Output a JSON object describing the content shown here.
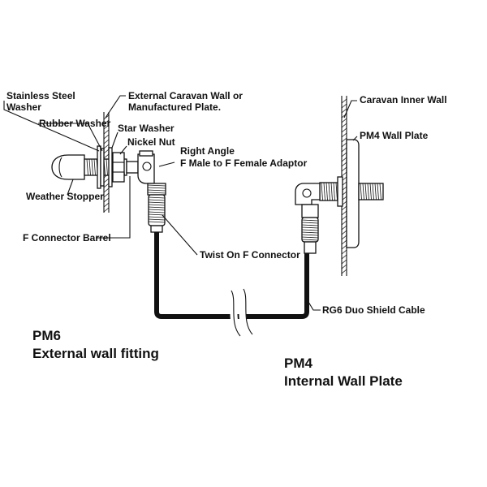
{
  "diagram": {
    "left_title": {
      "line1": "PM6",
      "line2": "External wall fitting"
    },
    "right_title": {
      "line1": "PM4",
      "line2": "Internal Wall Plate"
    },
    "labels": {
      "stainless_steel_washer_1": "Stainless Steel",
      "stainless_steel_washer_2": "Washer",
      "external_wall_1": "External Caravan Wall or",
      "external_wall_2": "Manufactured Plate.",
      "rubber_washer": "Rubber Washer",
      "star_washer": "Star Washer",
      "nickel_nut": "Nickel Nut",
      "right_angle_1": "Right Angle",
      "right_angle_2": "F Male to F Female Adaptor",
      "weather_stopper": "Weather Stopper",
      "f_connector_barrel": "F Connector Barrel",
      "twist_on_f_connector": "Twist On F Connector",
      "caravan_inner_wall": "Caravan Inner Wall",
      "pm4_wall_plate": "PM4 Wall Plate",
      "rg6_cable": "RG6 Duo  Shield Cable"
    },
    "colors": {
      "line": "#111111",
      "background": "#ffffff"
    }
  }
}
